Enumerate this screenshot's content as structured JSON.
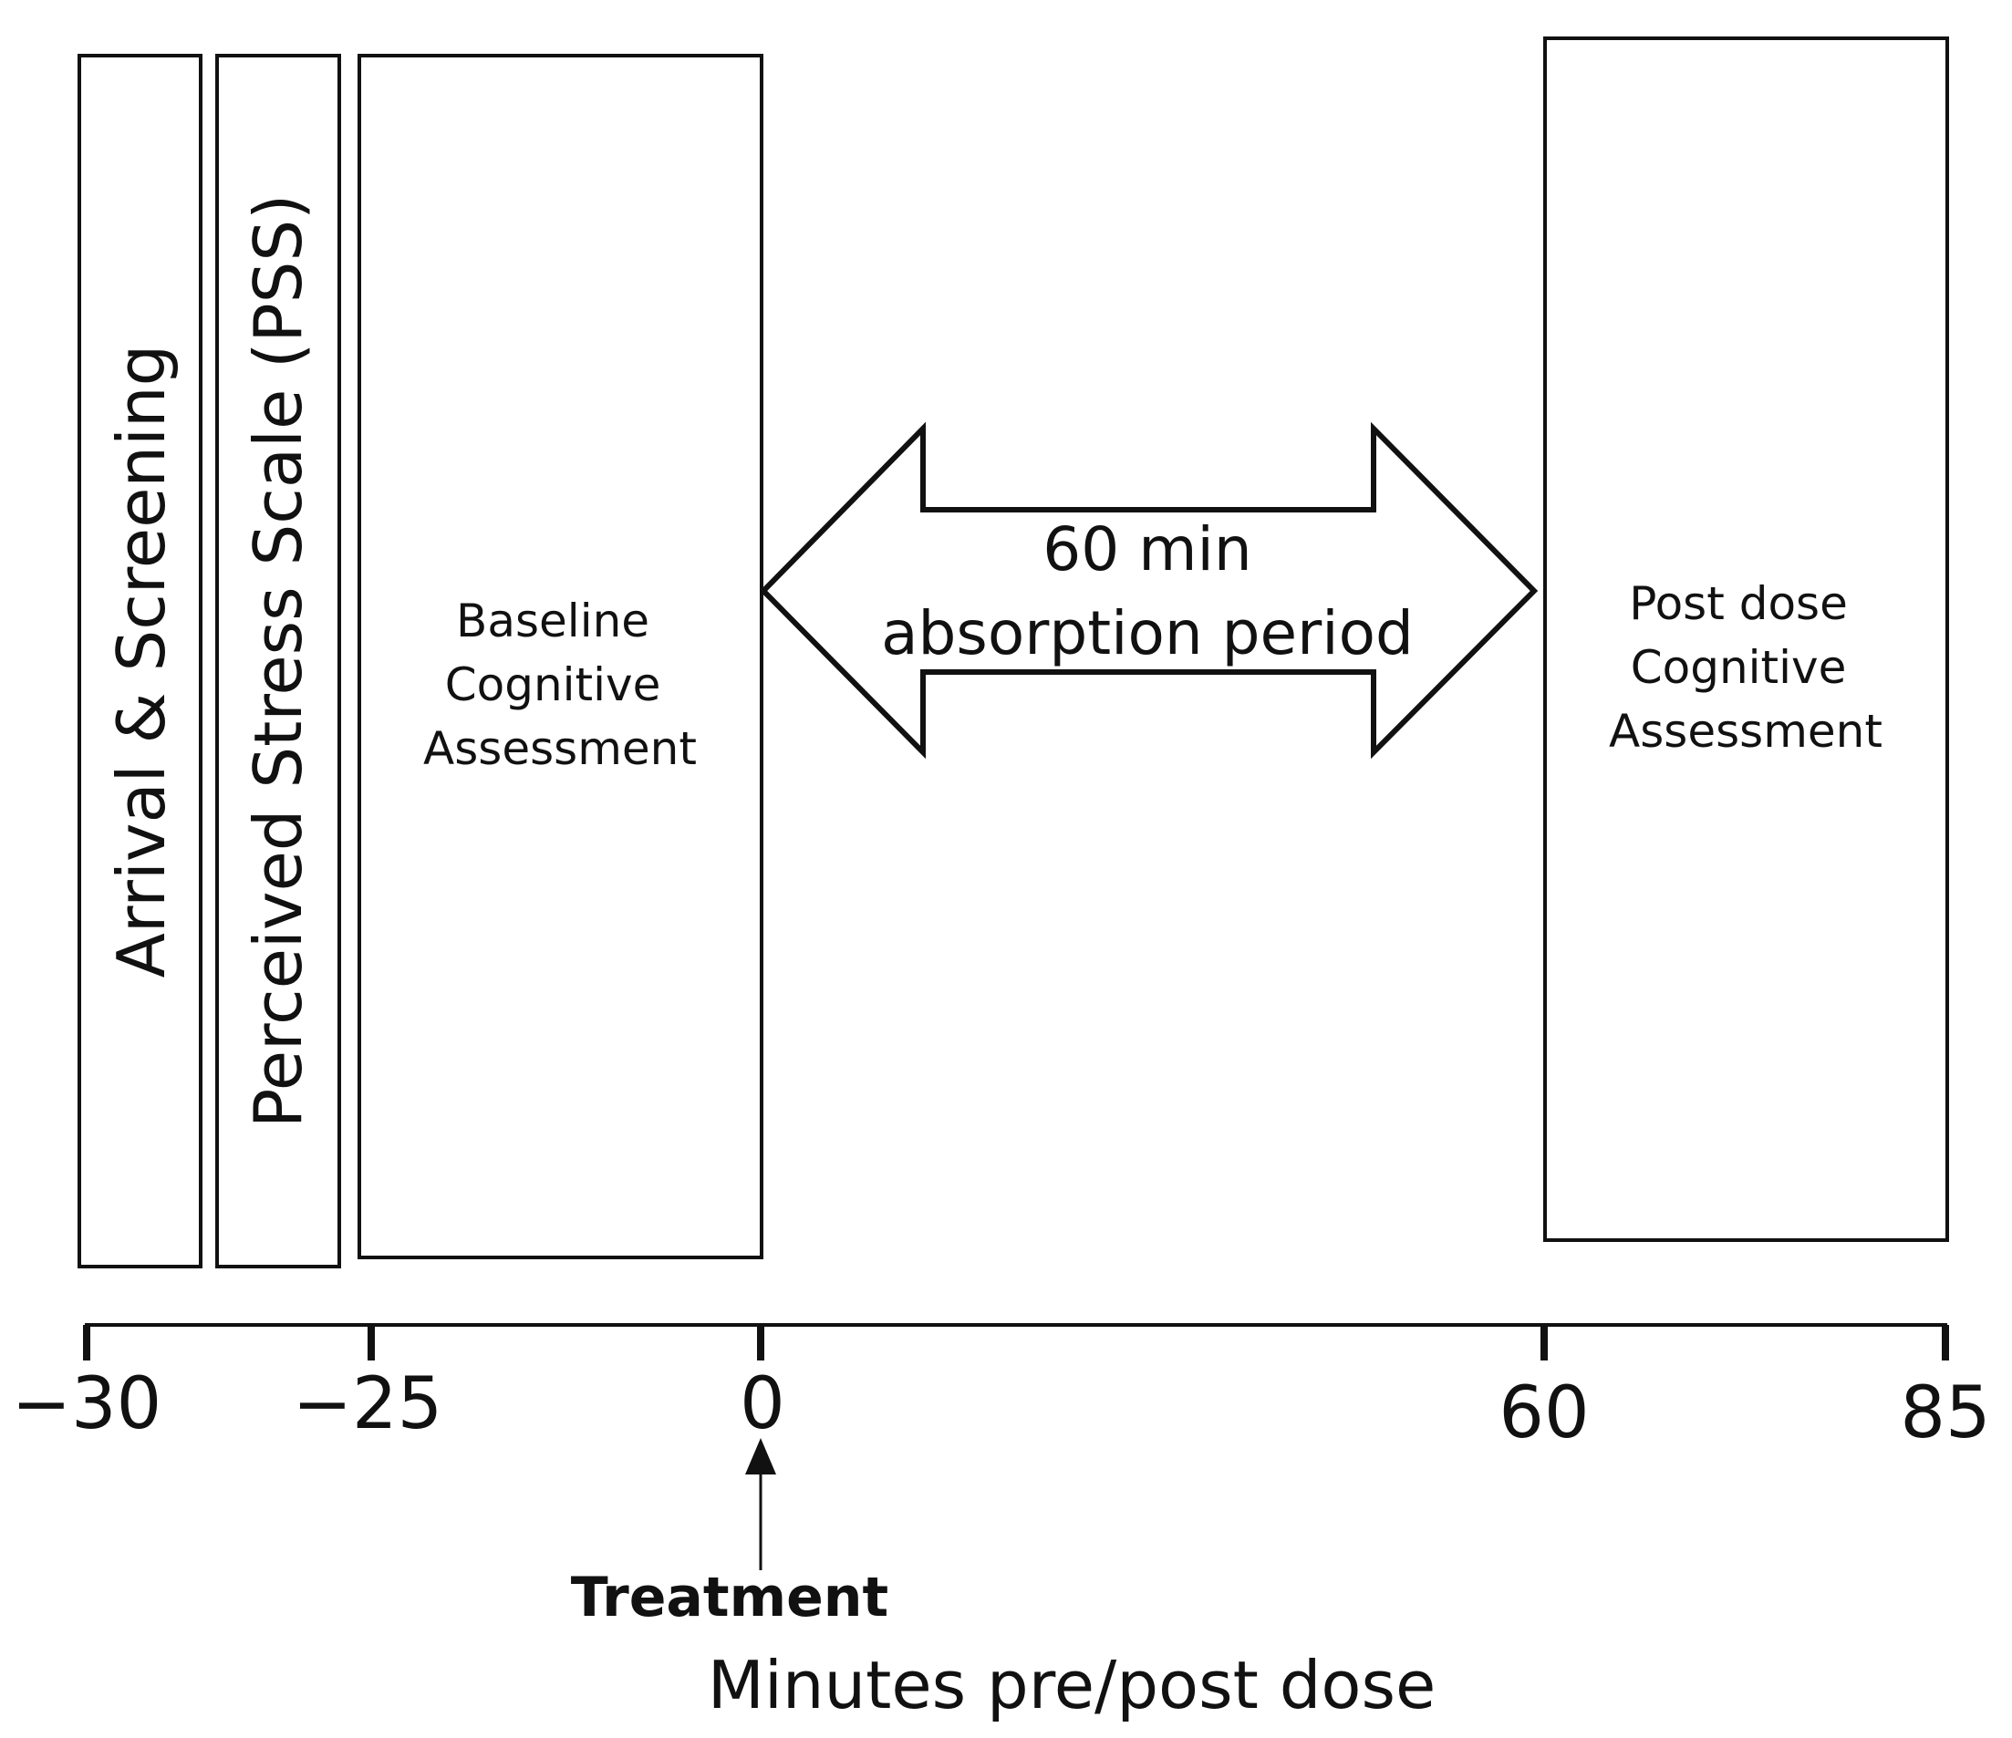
{
  "boxes": {
    "arrival": {
      "label": "Arrival & Screening"
    },
    "pss": {
      "label": "Perceived Stress Scale (PSS)"
    },
    "baseline": {
      "lines": [
        "Baseline",
        "Cognitive",
        "Assessment"
      ]
    },
    "postdose": {
      "lines": [
        "Post dose",
        "Cognitive",
        "Assessment"
      ]
    }
  },
  "absorption": {
    "line1": "60 min",
    "line2": "absorption period"
  },
  "axis": {
    "ticks": [
      "−30",
      "−25",
      "0",
      "60",
      "85"
    ],
    "label": "Minutes pre/post dose"
  },
  "treatment": {
    "label": "Treatment"
  },
  "colors": {
    "stroke": "#111111",
    "background": "#ffffff"
  }
}
